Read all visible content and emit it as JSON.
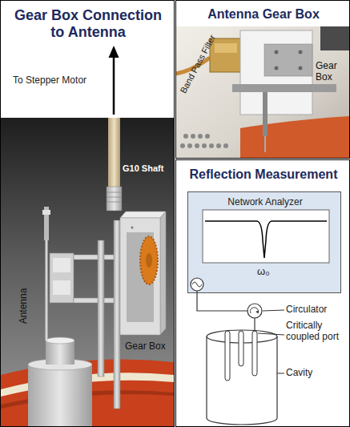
{
  "diagram": {
    "nodes": [
      {
        "text": [
          "Gear Box Connection to Antenna"
        ]
      },
      {
        "text": [
          "Antenna Gear Box"
        ]
      },
      {
        "text": [
          "Reflection Measurement"
        ]
      },
      {
        "text": [
          "Network Analyzer",
          "ω₀"
        ],
        "in": 2
      }
    ],
    "labels": [
      "To Stepper Motor",
      "G10 Shaft",
      "Antenna",
      "Gear Box",
      "Band Pass Filter",
      "Gear Box",
      "Circulator",
      "Critically coupled port",
      "Cavity"
    ]
  }
}
